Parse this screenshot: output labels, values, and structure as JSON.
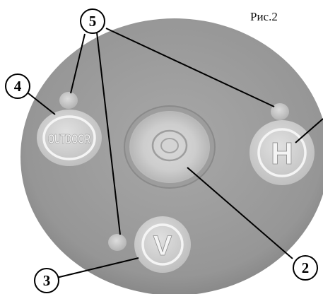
{
  "figure": {
    "caption": "Рис.2"
  },
  "buttons": {
    "outdoor_label": "OUTDOOR",
    "h_label": "H",
    "v_label": "V"
  },
  "callouts": {
    "c2": "2",
    "c3": "3",
    "c4": "4",
    "c5": "5"
  },
  "colors": {
    "panel": "#9a9a9a",
    "panel_edge": "#7e7e7e",
    "button_face": "#cfcfcf",
    "button_text": "#f2f2f2",
    "led": "#c6c6c6",
    "line": "#000000"
  },
  "icons": {
    "outdoor_button": "outdoor-button-icon",
    "h_button": "h-button-icon",
    "v_button": "v-button-icon",
    "bubble_vial": "bubble-vial-icon",
    "led": "led-indicator-icon"
  }
}
